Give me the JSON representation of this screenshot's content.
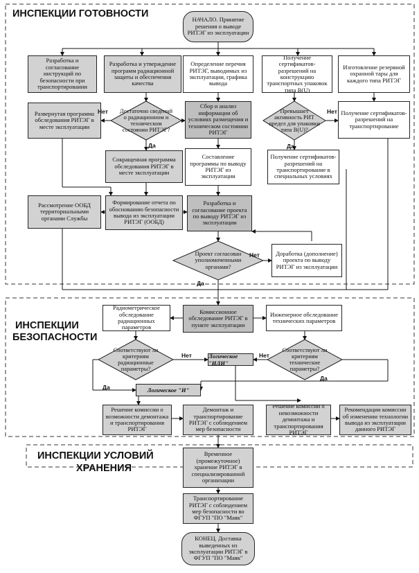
{
  "sections": {
    "readiness": "ИНСПЕКЦИИ ГОТОВНОСТИ",
    "safety_1": "ИНСПЕКЦИИ",
    "safety_2": "БЕЗОПАСНОСТИ",
    "storage_1": "ИНСПЕКЦИИ УСЛОВИЙ",
    "storage_2": "ХРАНЕНИЯ"
  },
  "nodes": {
    "start": "НАЧАЛО. Принятие решения о выводе РИТЭГ из эксплуатации",
    "r1": "Разработка и согласование инструкций по безопасности при транспортировании",
    "r2": "Разработка и утверждение программ радиационной защиты и обеспечения качества",
    "r3": "Определение перечня РИТЭГ, выводимых из эксплуатации, графика вывода",
    "r4": "Получение сертификатов-разрешений на конструкцию транспортных упаковок типа В(U)",
    "r5": "Изготовление резервной охранной тары для каждого типа РИТЭГ",
    "d_info": "Достаточно сведений о радиационном и техническом состоянии РИТЭГ?",
    "ext_prog": "Развернутая программа обследования РИТЭГ в месте эксплуатации",
    "collect": "Сбор и анализ информации об условиях размещения и техническом состоянии РИТЭГ",
    "d_act": "Превышает активность РИТ предел для упаковки типа В(U)?",
    "cert_tare": "Получение сертификатов-разрешений на транспортирование",
    "short_prog": "Сокращенная программа обследования РИТЭГ в месте эксплуатации",
    "program": "Составление программы по выводу РИТЭГ из эксплуатации",
    "cert_special": "Получение сертификатов-разрешений на транспортирование в специальных условиях",
    "report": "Формирование отчета по обоснованию безопасности вывода из эксплуатации РИТЭГ (ООБД)",
    "review": "Рассмотрение ООБД территориальными органами Службы",
    "project": "Разработка и согласование проекта по выводу РИТЭГ из эксплуатации",
    "d_proj": "Проект согласован уполномоченными органами?",
    "revision": "Доработка (дополнение) проекта по выводу РИТЭГ из эксплуатации",
    "radio": "Радиометрическое обследование радиационных параметров",
    "commission": "Комиссионное обследование РИТЭГ в пункте эксплуатации",
    "eng": "Инженерное обследование технических параметров",
    "d_rad": "Соответствуют ли критериям радиационные параметры?",
    "d_tech": "Соответствуют ли критериям технические параметры?",
    "or_logic": "Логическое \"ИЛИ\"",
    "and_logic": "Логическое \"И\"",
    "dec_possible": "Решение комиссии о возможности демонтажа и транспортирования РИТЭГ",
    "dismantle": "Демонтаж и транспортирование РИТЭГ с соблюдением мер безопасности",
    "dec_impossible": "Решение комиссии о невозможности демонтажа и транспортирования РИТЭГ",
    "recommend": "Рекомендации комиссии об изменении технологии вывода из эксплуатации данного РИТЭГ",
    "temp_storage": "Временное (промежуточное) хранение РИТЭГ в специализированной организации",
    "transport_mayak": "Транспортирование РИТЭГ с соблюдением мер безопасности во ФГУП \"ПО \"Маяк\"",
    "end": "КОНЕЦ. Доставка выведенных из эксплуатации РИТЭГ в ФГУП \"ПО \"Маяк\""
  },
  "labels": {
    "yes": "Да",
    "no": "Нет"
  }
}
